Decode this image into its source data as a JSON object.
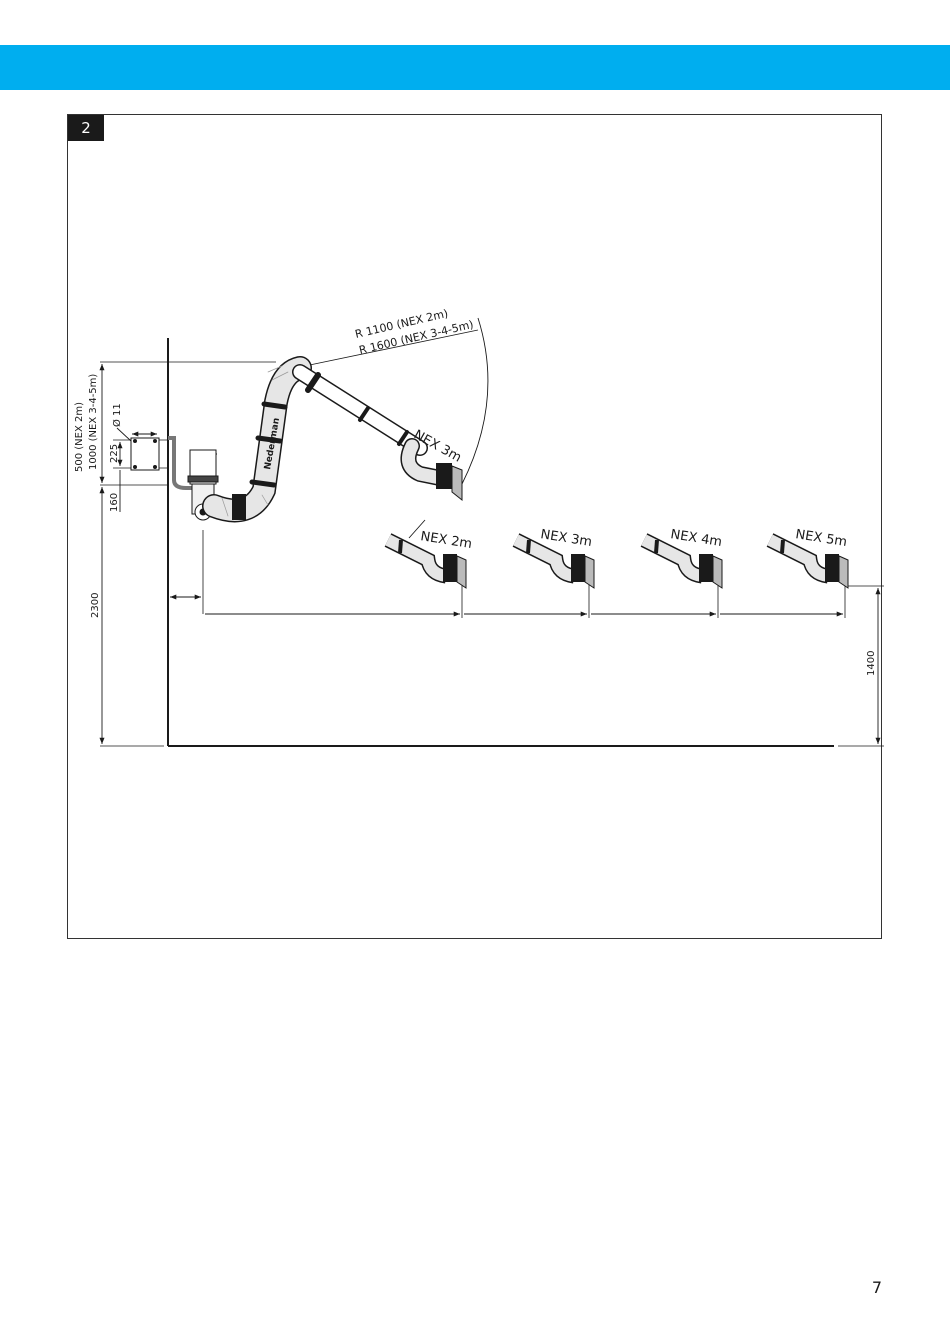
{
  "figure": {
    "number": "2"
  },
  "dimensions": {
    "radius": [
      "R 1100 (NEX 2m)",
      "R 1600 (NEX 3-4-5m)"
    ],
    "mount_height": [
      "500 (NEX 2m)",
      "1000 (NEX 3-4-5m)"
    ],
    "hole_diameter": "Ø 11",
    "bracket_spacing": "225",
    "bracket_offset": "160",
    "wall_height": "2300",
    "working_height": "1400"
  },
  "arm_labels": {
    "raised": "NEX 3m",
    "positions": [
      "NEX 2m",
      "NEX 3m",
      "NEX 4m",
      "NEX 5m"
    ]
  },
  "brand_mark": "Nederman",
  "page": {
    "number": "7"
  },
  "colors": {
    "brand": "#00aeef",
    "line": "#1a1a1a",
    "hose": "#e6e6e6"
  }
}
